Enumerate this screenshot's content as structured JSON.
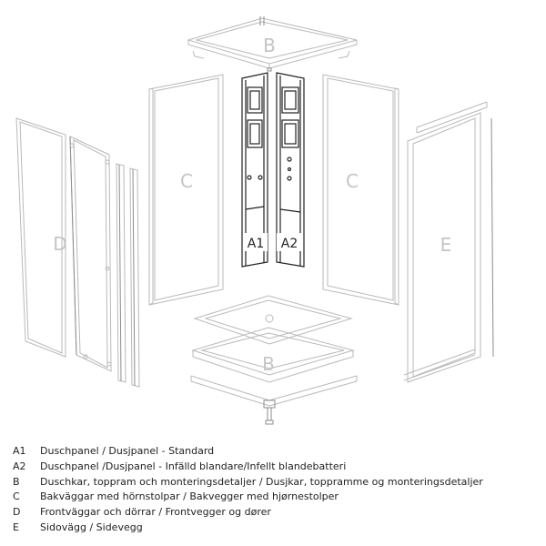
{
  "diagram": {
    "part_labels": {
      "b_top": "B",
      "c_left": "C",
      "a1": "A1",
      "a2": "A2",
      "c_right": "C",
      "d": "D",
      "e": "E",
      "b_bottom": "B"
    }
  },
  "legend": [
    {
      "code": "A1",
      "text": "Duschpanel / Dusjpanel - Standard"
    },
    {
      "code": "A2",
      "text": "Duschpanel /Dusjpanel - Infälld blandare/Infellt blandebatteri"
    },
    {
      "code": "B",
      "text": "Duschkar, toppram och monteringsdetaljer / Dusjkar, topprammе og monteringsdetaljer"
    },
    {
      "code": "C",
      "text": "Bakväggar med hörnstolpar / Bakvegger med hjørnestolper"
    },
    {
      "code": "D",
      "text": "Frontväggar och dörrar / Frontvegger og dører"
    },
    {
      "code": "E",
      "text": "Sidovägg / Sidevegg"
    }
  ]
}
